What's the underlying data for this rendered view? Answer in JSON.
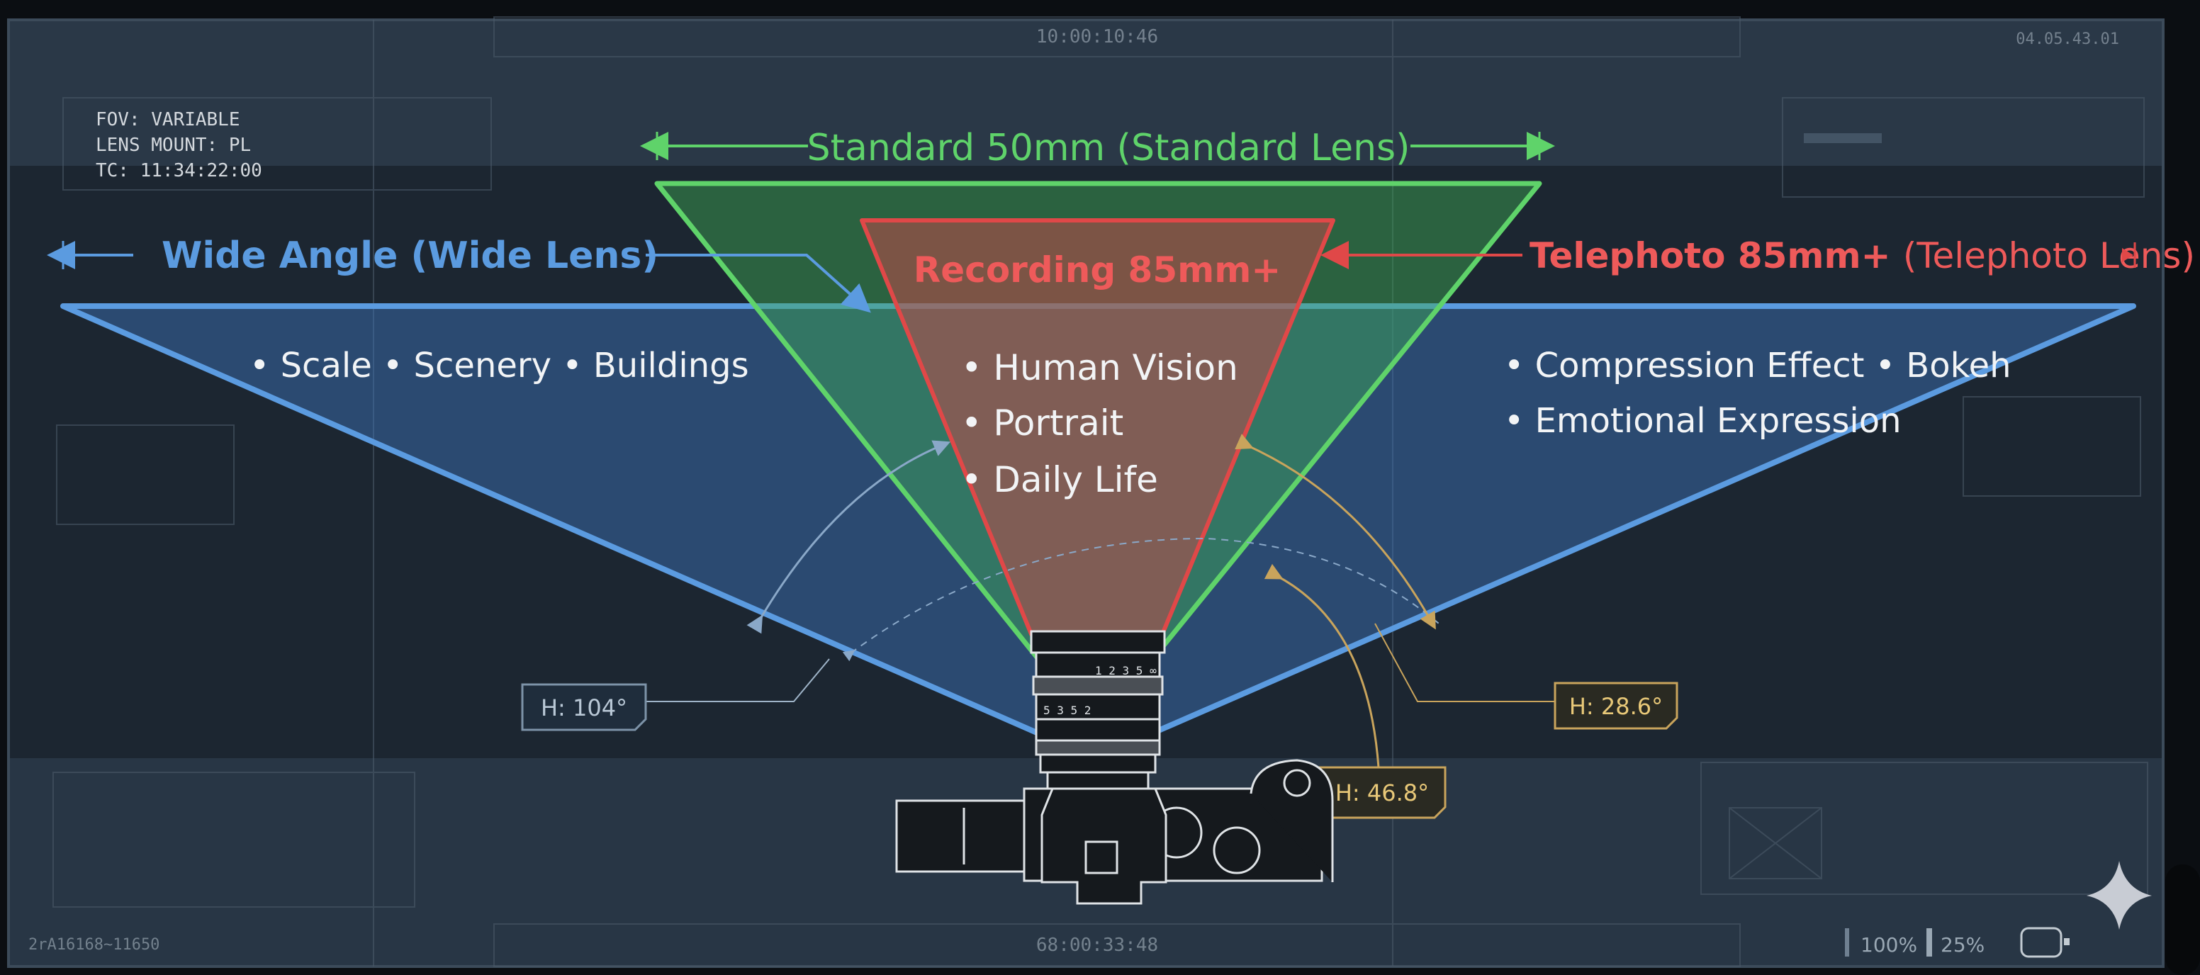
{
  "hud": {
    "top_timecode": "10:00:10:46",
    "top_right_code": "04.05.43.01",
    "bottom_timecode": "68:00:33:48",
    "bottom_left_code": "2rA16168~11650",
    "info_panel": {
      "fov": "FOV: VARIABLE",
      "lens_mount": "LENS MOUNT: PL",
      "timecode": "TC: 11:34:22:00"
    },
    "status": {
      "zoom": "100%",
      "battery": "25%"
    }
  },
  "lenses": {
    "standard": {
      "label": "Standard 50mm (Standard Lens)",
      "color": "#5fd36a",
      "bullets": [
        "Human Vision",
        "Portrait",
        "Daily Life"
      ]
    },
    "wide": {
      "label": "Wide Angle (Wide Lens)",
      "color": "#5b9be0",
      "bullets": [
        "Scale",
        "Scenery",
        "Buildings"
      ]
    },
    "recording": {
      "label": "Recording 85mm+",
      "color": "#e04848"
    },
    "telephoto": {
      "label": "Telephoto 85mm+ ",
      "label_suffix": "(Telephoto Lens)",
      "color": "#e04848",
      "bullets": [
        "Compression Effect",
        "Bokeh",
        "Emotional Expression"
      ]
    }
  },
  "angles": {
    "wide": "H: 104°",
    "standard": "H: 46.8°",
    "telephoto": "H: 28.6°",
    "wide_color": "#9fb4c8",
    "accent_color": "#d9b060"
  },
  "icons": {
    "corner": "sparkle-icon",
    "battery": "battery-icon",
    "camera": "camera-icon"
  }
}
